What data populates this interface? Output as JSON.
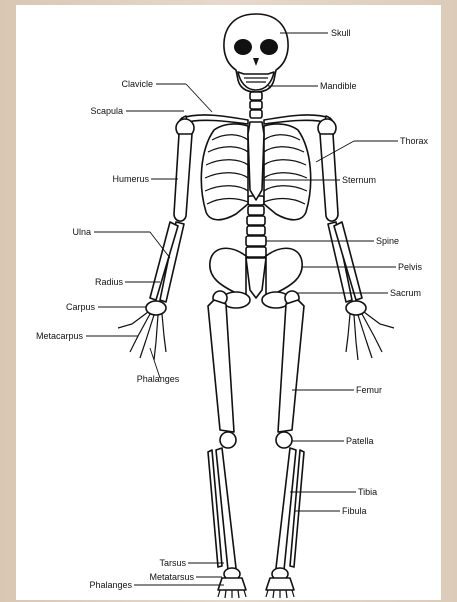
{
  "labels": {
    "skull": "Skull",
    "clavicle": "Clavicle",
    "mandible": "Mandible",
    "scapula": "Scapula",
    "thorax": "Thorax",
    "humerus": "Humerus",
    "sternum": "Sternum",
    "ulna": "Ulna",
    "spine": "Spine",
    "radius": "Radius",
    "pelvis": "Pelvis",
    "carpus": "Carpus",
    "sacrum": "Sacrum",
    "metacarpus": "Metacarpus",
    "phalanges_hand": "Phalanges",
    "femur": "Femur",
    "patella": "Patella",
    "tibia": "Tibia",
    "fibula": "Fibula",
    "tarsus": "Tarsus",
    "metatarsus": "Metatarsus",
    "phalanges_foot": "Phalanges"
  },
  "colors": {
    "background": "#dccbb9",
    "panel": "#ffffff",
    "ink": "#111111"
  }
}
